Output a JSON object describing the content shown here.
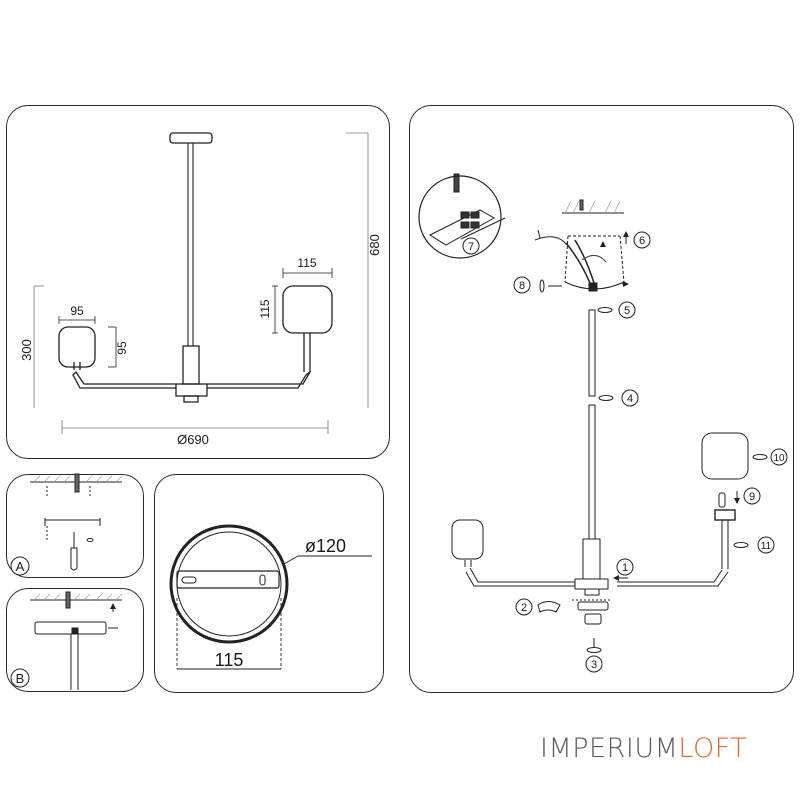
{
  "main_diagram": {
    "height_label": "680",
    "arm_drop_label": "300",
    "small_shade_width": "95",
    "small_shade_height": "95",
    "large_shade_width": "115",
    "large_shade_height": "115",
    "span_label": "Ø690"
  },
  "step_labels": {
    "a": "A",
    "b": "B"
  },
  "canopy_diagram": {
    "diameter_label": "ø120",
    "bracket_label": "115"
  },
  "assembly_steps": [
    "1",
    "2",
    "3",
    "4",
    "5",
    "6",
    "7",
    "8",
    "9",
    "10",
    "11"
  ],
  "brand": {
    "part1": "IMPERIUM",
    "part2": "LOFT",
    "accent_color": "#e0692b",
    "text_color": "#5a5a5a"
  }
}
